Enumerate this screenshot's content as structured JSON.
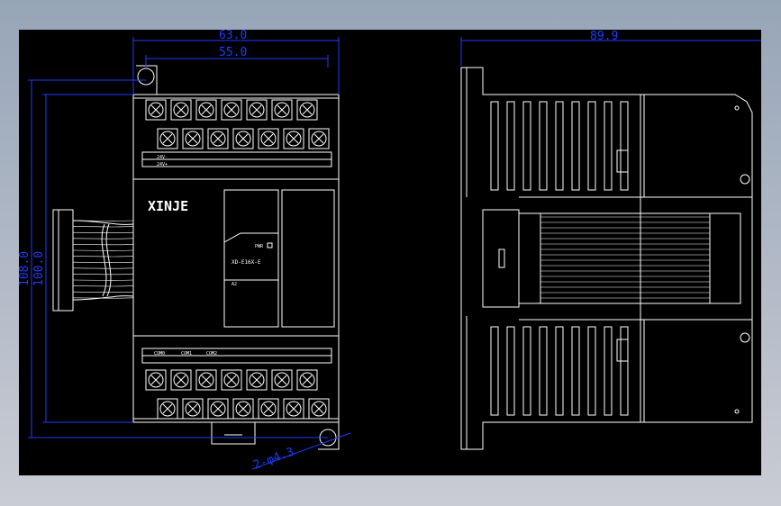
{
  "colors": {
    "background": "#000000",
    "outline": "#ffffff",
    "dimension": "#1e3cff",
    "frame": "#97a5b8"
  },
  "brand": "XINJE",
  "module": {
    "model_label": "XD-E16X-E",
    "status_label": "PWR",
    "sub_label": "A2"
  },
  "dimensions": {
    "front_width_outer": "63.0",
    "front_width_inner": "55.0",
    "front_height_outer": "108.0",
    "front_height_inner": "100.0",
    "hole_note": "2-φ4.3",
    "side_width": "89.9"
  },
  "terminals": {
    "top_labels": [
      "24V-",
      "24V+"
    ],
    "bottom_labels": [
      "COM0",
      "COM1",
      "COM2"
    ]
  }
}
